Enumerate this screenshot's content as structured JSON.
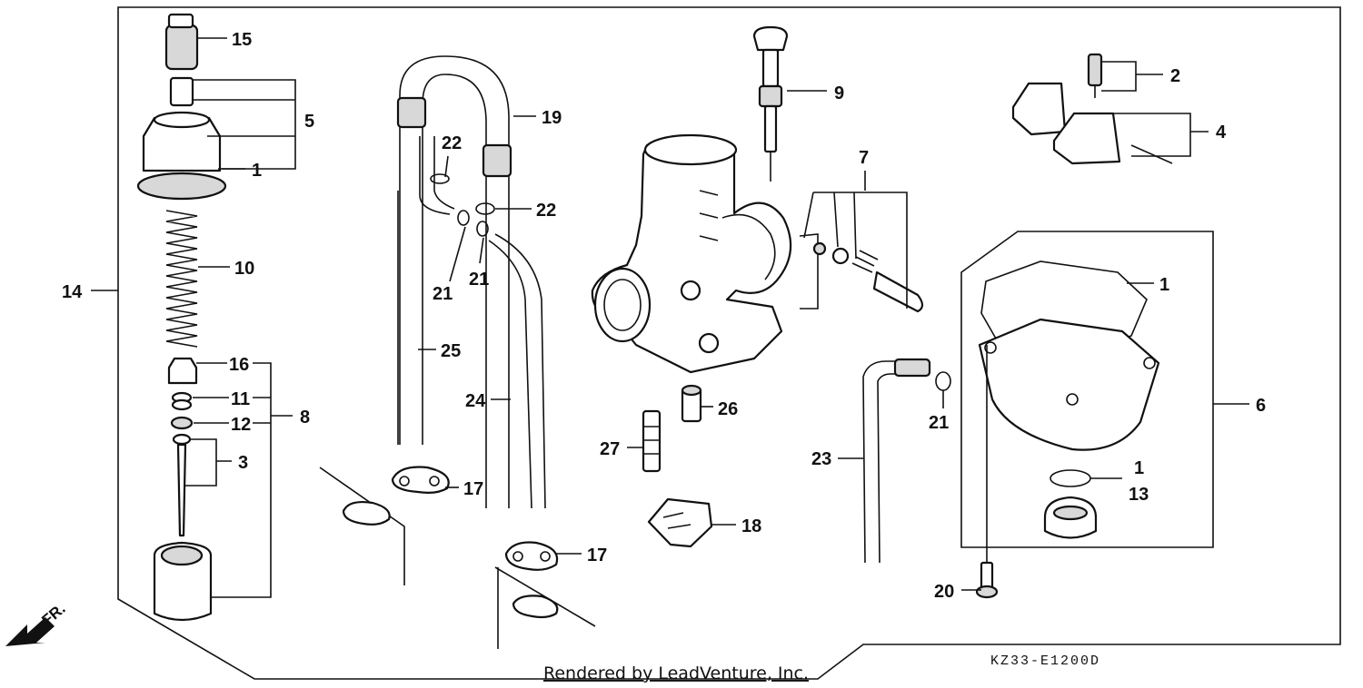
{
  "callouts": {
    "c1a": "1",
    "c1b": "1",
    "c1c": "1",
    "c2": "2",
    "c3": "3",
    "c4": "4",
    "c5": "5",
    "c6": "6",
    "c7": "7",
    "c8": "8",
    "c9": "9",
    "c10": "10",
    "c11": "11",
    "c12": "12",
    "c13": "13",
    "c14": "14",
    "c15": "15",
    "c16": "16",
    "c17a": "17",
    "c17b": "17",
    "c18": "18",
    "c19": "19",
    "c20": "20",
    "c21a": "21",
    "c21b": "21",
    "c21c": "21",
    "c22a": "22",
    "c22b": "22",
    "c23": "23",
    "c24": "24",
    "c25": "25",
    "c26": "26",
    "c27": "27"
  },
  "diagram_code": "KZ33-E1200D",
  "credit": "Rendered by LeadVenture, Inc.",
  "front_marker": "FR."
}
